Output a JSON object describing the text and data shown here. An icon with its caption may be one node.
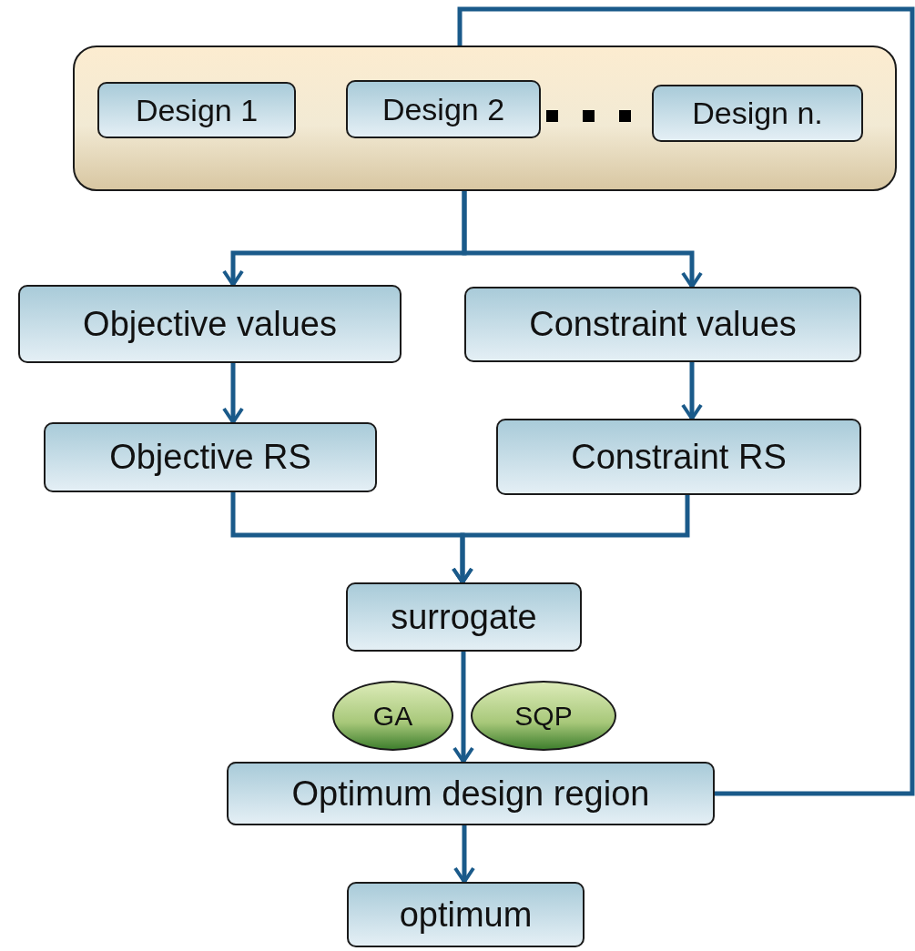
{
  "diagram": {
    "nodes": [
      {
        "text": [],
        "shape": "box"
      },
      {
        "text": [
          "Design 1"
        ],
        "in": 0
      },
      {
        "text": [
          "Design 2"
        ],
        "in": 0
      },
      {
        "text": [
          "Design n."
        ],
        "in": 0
      },
      {
        "text": [
          "Objective values"
        ]
      },
      {
        "text": [
          "Constraint values"
        ]
      },
      {
        "text": [
          "Objective RS"
        ]
      },
      {
        "text": [
          "Constraint RS"
        ]
      },
      {
        "text": [
          "surrogate"
        ]
      },
      {
        "text": [
          "GA"
        ]
      },
      {
        "text": [
          "SQP"
        ]
      },
      {
        "text": [
          "Optimum design region"
        ]
      },
      {
        "text": [
          "optimum"
        ]
      }
    ],
    "edges": [
      {
        "from": 0,
        "to": 4,
        "arrow": "to"
      },
      {
        "from": 0,
        "to": 5,
        "arrow": "to"
      },
      {
        "from": 4,
        "to": 6,
        "arrow": "to"
      },
      {
        "from": 5,
        "to": 7,
        "arrow": "to"
      },
      {
        "from": 6,
        "to": 8,
        "arrow": "to"
      },
      {
        "from": 7,
        "to": 8,
        "arrow": "to"
      },
      {
        "from": 8,
        "to": 11,
        "arrow": "to"
      },
      {
        "from": 11,
        "to": 12,
        "arrow": "to"
      },
      {
        "from": 11,
        "to": 0,
        "arrow": "none"
      }
    ]
  }
}
